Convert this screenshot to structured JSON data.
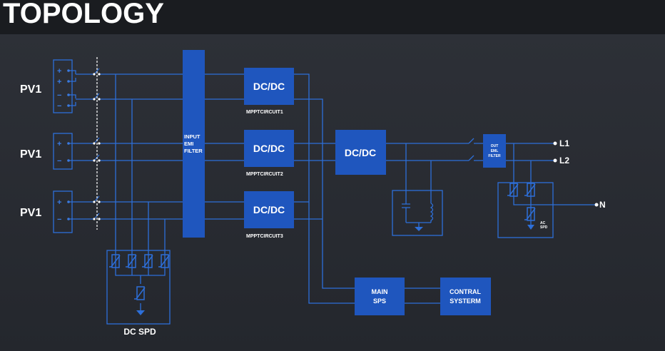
{
  "page": {
    "title": "TOPOLOGY"
  },
  "diagram": {
    "pv_labels": [
      "PV1",
      "PV1",
      "PV1"
    ],
    "pv_terminals": {
      "plus": "+",
      "minus": "−"
    },
    "input_filter": [
      "INPUT",
      "EMI",
      "FILTER"
    ],
    "mppt_blocks": [
      {
        "label": "DC/DC",
        "caption": "MPPTCIRCUIT1"
      },
      {
        "label": "DC/DC",
        "caption": "MPPTCIRCUIT2"
      },
      {
        "label": "DC/DC",
        "caption": "MPPTCIRCUIT3"
      }
    ],
    "inverter_block": "DC/DC",
    "output_filter": [
      "OUT",
      "EML",
      "FILTER"
    ],
    "outputs": {
      "l1": "L1",
      "l2": "L2",
      "n": "N"
    },
    "ac_spd": [
      "AC",
      "SPD"
    ],
    "dc_spd": "DC SPD",
    "main_sps": [
      "MAIN",
      "SPS"
    ],
    "control_system": [
      "CONTRAL",
      "SYSTERM"
    ],
    "colors": {
      "block": "#1f56be",
      "line": "#2d6fd9",
      "text": "#ffffff",
      "background": "#24272d",
      "header": "#1a1c20"
    }
  }
}
